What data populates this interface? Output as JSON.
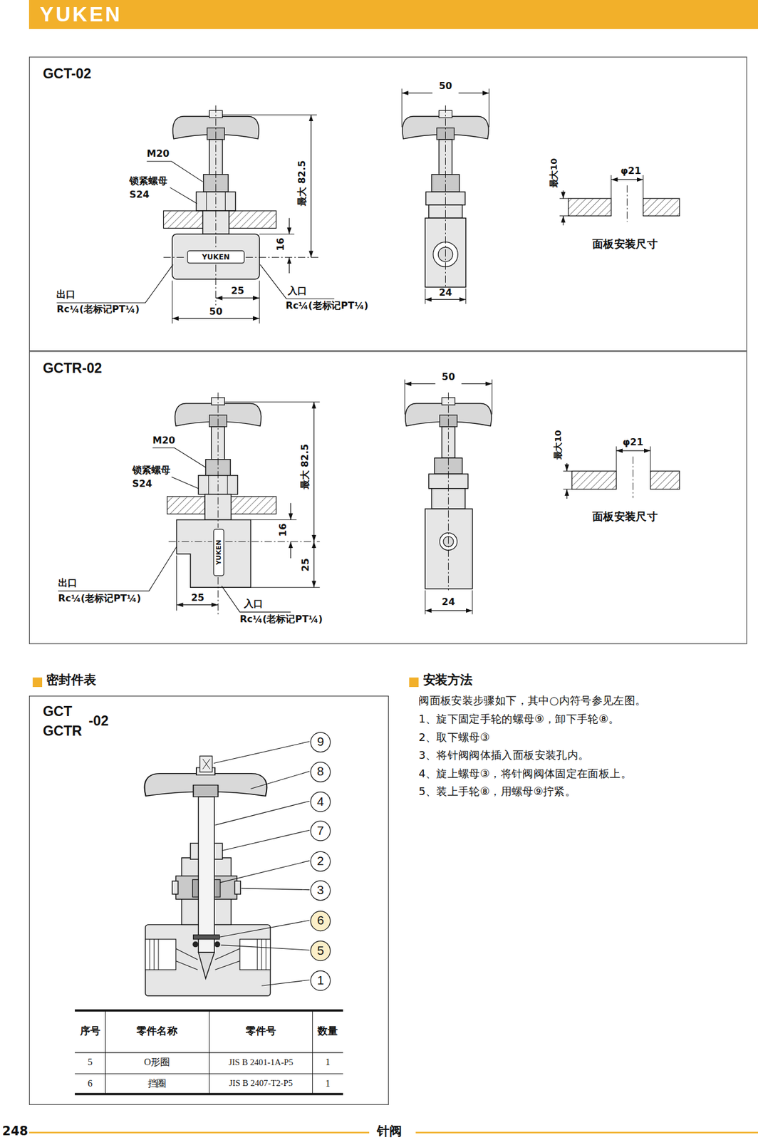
{
  "diagram": {
    "nodes": [
      {
        "text": [
          "GCT-02"
        ]
      },
      {
        "text": [
          "GCTR-02"
        ]
      },
      {
        "text": [
          "GCT",
          "GCTR",
          "-02"
        ]
      },
      {
        "text": [
          "9"
        ],
        "in": 2
      },
      {
        "text": [
          "8"
        ],
        "in": 2
      },
      {
        "text": [
          "4"
        ],
        "in": 2
      },
      {
        "text": [
          "7"
        ],
        "in": 2
      },
      {
        "text": [
          "2"
        ],
        "in": 2
      },
      {
        "text": [
          "3"
        ],
        "in": 2
      },
      {
        "text": [
          "6"
        ],
        "in": 2
      },
      {
        "text": [
          "5"
        ],
        "in": 2
      },
      {
        "text": [
          "1"
        ],
        "in": 2
      }
    ],
    "labels": [
      "YUKEN",
      "M20",
      "锁紧螺母",
      "S24",
      "最大 82.5",
      "16",
      "YUKEN",
      "25",
      "50",
      "出口",
      "Rc¼(老标记PT¼)",
      "入口",
      "Rc¼(老标记PT¼)",
      "50",
      "24",
      "最大10",
      "φ21",
      "面板安装尺寸",
      "M20",
      "锁紧螺母",
      "S24",
      "最大 82.5",
      "16",
      "YUKEN",
      "25",
      "25",
      "出口",
      "Rc¼(老标记PT¼)",
      "入口",
      "Rc¼(老标记PT¼)",
      "50",
      "24",
      "最大10",
      "φ21",
      "面板安装尺寸",
      "密封件表",
      "安装方法",
      "序号",
      "零件名称",
      "零件号",
      "数量",
      "5",
      "O形圈",
      "JIS B 2401-1A-P5",
      "1",
      "6",
      "挡圈",
      "JIS B 2407-T2-P5",
      "1",
      "阀面板安装步骤如下，其中○内符号参见左图。",
      "1、旋下固定手轮的螺母⑨，卸下手轮⑧。",
      "2、取下螺母③",
      "3、将针阀阀体插入面板安装孔内。",
      "4、旋上螺母③，将针阀阀体固定在面板上。",
      "5、装上手轮⑧，用螺母⑨拧紧。",
      "248",
      "针阀"
    ]
  }
}
